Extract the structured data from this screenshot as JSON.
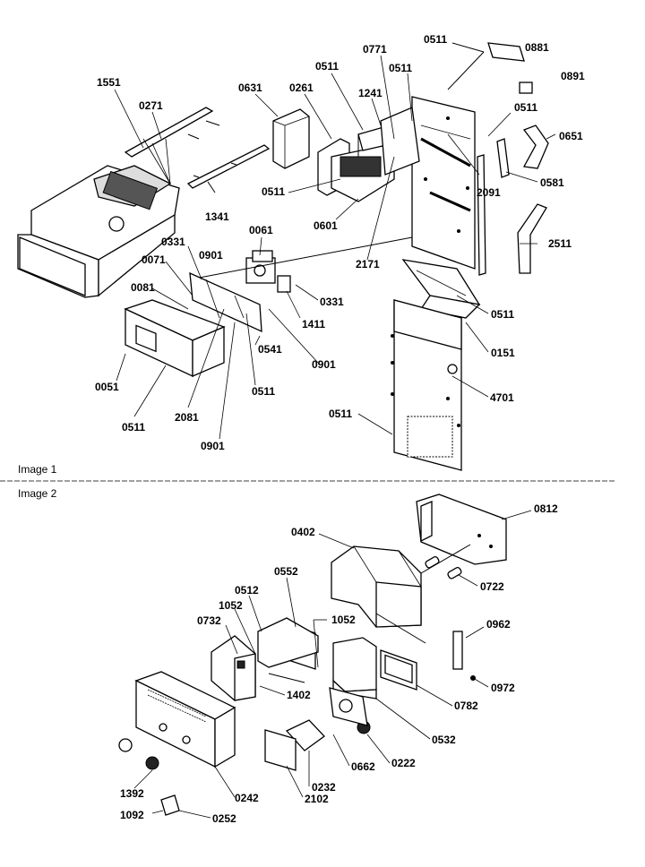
{
  "sections": {
    "image1": "Image 1",
    "image2": "Image 2"
  },
  "image1_labels": {
    "l1551": "1551",
    "l0271": "0271",
    "l0631": "0631",
    "l0261": "0261",
    "l0511a": "0511",
    "l1241": "1241",
    "l0771": "0771",
    "l0511b": "0511",
    "l0511c": "0511",
    "l0881": "0881",
    "l0891": "0891",
    "l0511d": "0511",
    "l0651": "0651",
    "l2091": "2091",
    "l0581": "0581",
    "l0511e": "0511",
    "l1341": "1341",
    "l0601": "0601",
    "l2171": "2171",
    "l2511": "2511",
    "l0061": "0061",
    "l0331a": "0331",
    "l0901a": "0901",
    "l0071": "0071",
    "l0081": "0081",
    "l0331b": "0331",
    "l1411": "1411",
    "l0511f": "0511",
    "l0151": "0151",
    "l0541": "0541",
    "l0901b": "0901",
    "l0051": "0051",
    "l0511g": "0511",
    "l2081": "2081",
    "l0511h": "0511",
    "l4701": "4701",
    "l0511i": "0511",
    "l0901c": "0901"
  },
  "image2_labels": {
    "l0812": "0812",
    "l0402": "0402",
    "l0552": "0552",
    "l0722": "0722",
    "l0512": "0512",
    "l1052a": "1052",
    "l1052b": "1052",
    "l0732": "0732",
    "l0962": "0962",
    "l0972": "0972",
    "l1402": "1402",
    "l0782": "0782",
    "l0532": "0532",
    "l0222": "0222",
    "l0662": "0662",
    "l1392": "1392",
    "l0242": "0242",
    "l0232": "0232",
    "l2102": "2102",
    "l1092": "1092",
    "l0252": "0252"
  }
}
